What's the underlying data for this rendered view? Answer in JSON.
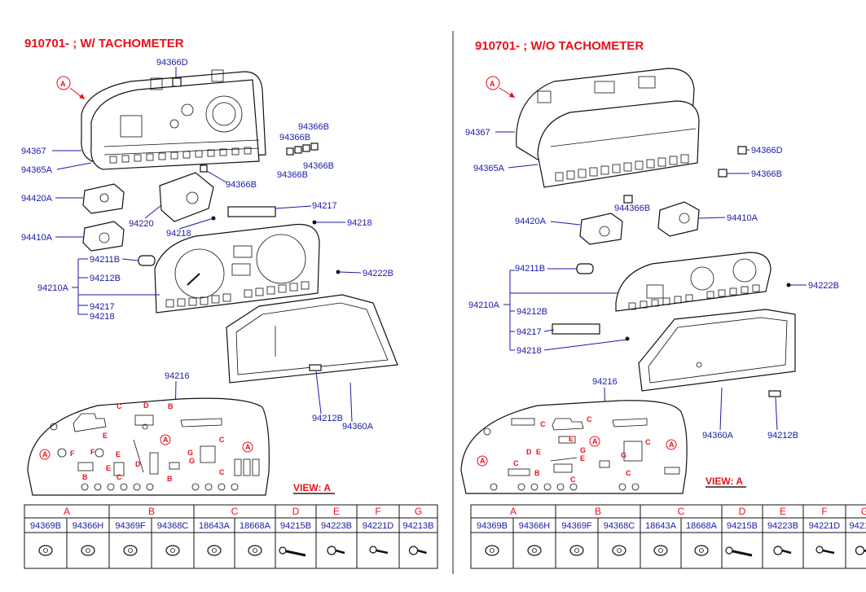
{
  "titles": {
    "left": "910701- ; W/ TACHOMETER",
    "right": "910701- ; W/O TACHOMETER"
  },
  "callout_letter": "A",
  "view_label": "VIEW: A",
  "left_parts": {
    "p94366D": "94366D",
    "p94366B_a": "94366B",
    "p94366B_b": "94366B",
    "p94366B_c": "94366B",
    "p94366B_d": "94366B",
    "p94366B_e": "94366B",
    "p94367": "94367",
    "p94365A": "94365A",
    "p94420A": "94420A",
    "p94220": "94220",
    "p94217": "94217",
    "p94218_a": "94218",
    "p94218_b": "94218",
    "p94410A": "94410A",
    "p94211B": "94211B",
    "p94212B": "94212B",
    "p94210A": "94210A",
    "p94217b": "94217",
    "p94218c": "94218",
    "p94222B": "94222B",
    "p94216": "94216",
    "p94212B_b": "94212B",
    "p94360A": "94360A"
  },
  "right_parts": {
    "p94367": "94367",
    "p94365A": "94365A",
    "p94366D": "94366D",
    "p94366B": "94366B",
    "p944366B": "944366B",
    "p94420A": "94420A",
    "p94410A": "94410A",
    "p94211B": "94211B",
    "p94222B": "94222B",
    "p94210A": "94210A",
    "p94212B": "94212B",
    "p94217": "94217",
    "p94218": "94218",
    "p94216": "94216",
    "p94360A": "94360A",
    "p94212B_b": "94212B"
  },
  "view_markers": {
    "A": "A",
    "B": "B",
    "C": "C",
    "D": "D",
    "E": "E",
    "F": "F",
    "G": "G"
  },
  "table": {
    "groups": [
      "A",
      "B",
      "C",
      "D",
      "E",
      "F",
      "G"
    ],
    "parts": [
      "94369B",
      "94366H",
      "94369F",
      "94368C",
      "18643A",
      "18668A",
      "94215B",
      "94223B",
      "94221D",
      "94213B"
    ]
  }
}
